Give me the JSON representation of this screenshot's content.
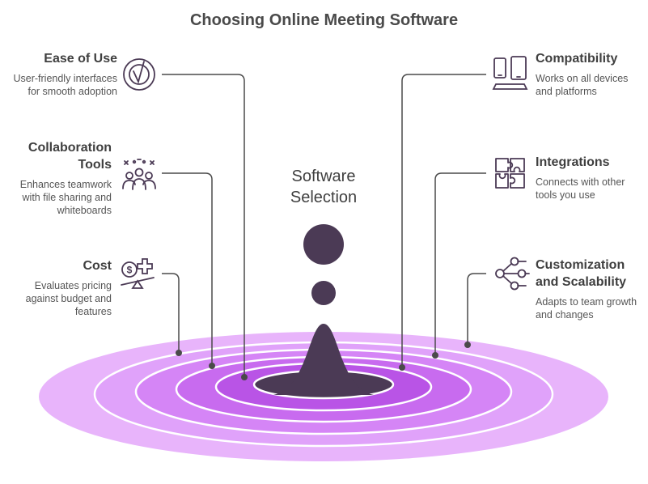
{
  "title": "Choosing Online Meeting Software",
  "center": {
    "line1": "Software",
    "line2": "Selection"
  },
  "left_items": [
    {
      "title": "Ease of Use",
      "desc": [
        "User-friendly interfaces",
        "for smooth adoption"
      ],
      "icon": "touch-gesture-icon"
    },
    {
      "title": "Collaboration",
      "title2": "Tools",
      "desc": [
        "Enhances teamwork",
        "with file sharing and",
        "whiteboards"
      ],
      "icon": "team-icon"
    },
    {
      "title": "Cost",
      "desc": [
        "Evaluates pricing",
        "against budget and",
        "features"
      ],
      "icon": "balance-cost-icon"
    }
  ],
  "right_items": [
    {
      "title": "Compatibility",
      "desc": [
        "Works on all devices",
        "and platforms"
      ],
      "icon": "devices-icon"
    },
    {
      "title": "Integrations",
      "desc": [
        "Connects with other",
        "tools you use"
      ],
      "icon": "puzzle-icon"
    },
    {
      "title": "Customization",
      "title2": "and Scalability",
      "desc": [
        "Adapts to team growth",
        "and changes"
      ],
      "icon": "network-icon"
    }
  ],
  "colors": {
    "ring_outer": "#e7b3fb",
    "ring_mid": "#d27cf5",
    "ring_inner": "#b14ee0",
    "drop": "#4b3a55",
    "line": "#4a4a4a"
  }
}
